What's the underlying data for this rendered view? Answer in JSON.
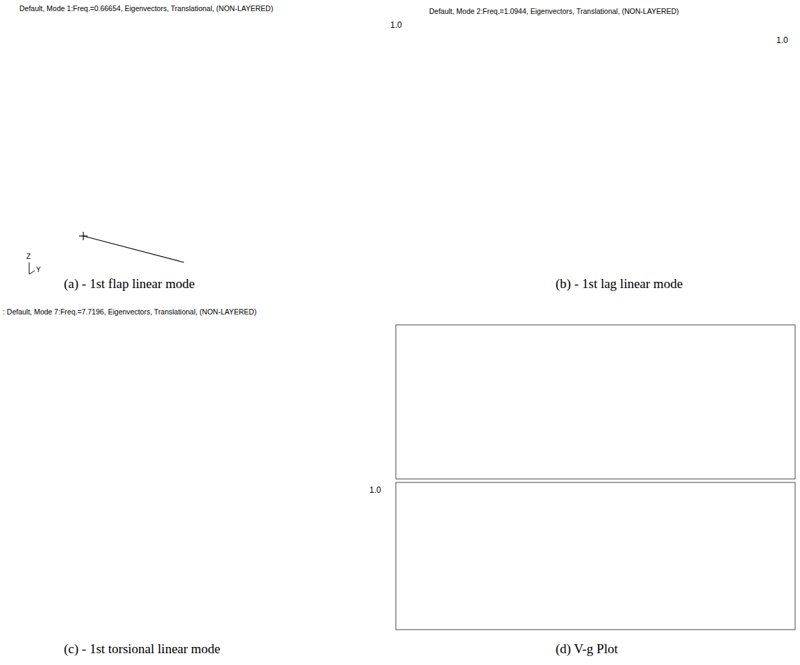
{
  "diagram": {
    "labels": [
      "Default, Mode 1:Freq.=0.66654, Eigenvectors, Translational, (NON-LAYERED)",
      "1.0",
      "Z",
      "Y",
      "(a) - 1st flap linear mode",
      "Default, Mode 2:Freq.=1.0944, Eigenvectors, Translational, (NON-LAYERED)",
      "1.0",
      "(b) - 1st lag linear mode",
      ": Default, Mode 7:Freq.=7.7196, Eigenvectors, Translational, (NON-LAYERED)",
      "1.0",
      "(c) - 1st torsional linear mode",
      "(d) V-g Plot"
    ]
  }
}
